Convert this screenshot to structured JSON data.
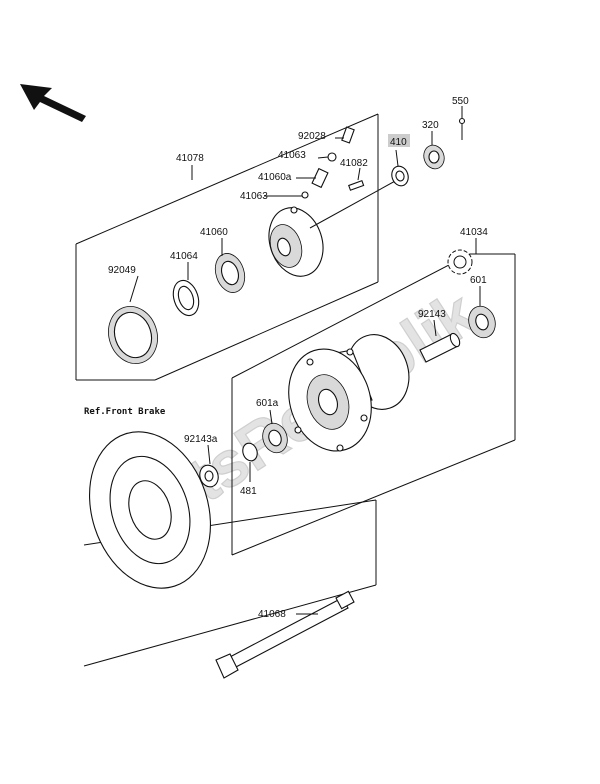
{
  "labels": {
    "p41078": "41078",
    "p92028": "92028",
    "p41063a": "41063",
    "p41060a": "41060a",
    "p41082": "41082",
    "p41063b": "41063",
    "p410": "410",
    "p320": "320",
    "p550": "550",
    "p41060": "41060",
    "p41064": "41064",
    "p92049": "92049",
    "p41034": "41034",
    "p601": "601",
    "p92143": "92143",
    "p601a": "601a",
    "p92143a": "92143a",
    "p481": "481",
    "p41068": "41068"
  },
  "reference": "Ref.Front Brake",
  "watermark": "PartsRepublik",
  "colors": {
    "line": "#111111",
    "highlight_box": "#cccccc",
    "watermark": "#e3e3e3"
  },
  "icons": {
    "direction": "arrow-up-left-icon",
    "gear": "gear-icon"
  }
}
